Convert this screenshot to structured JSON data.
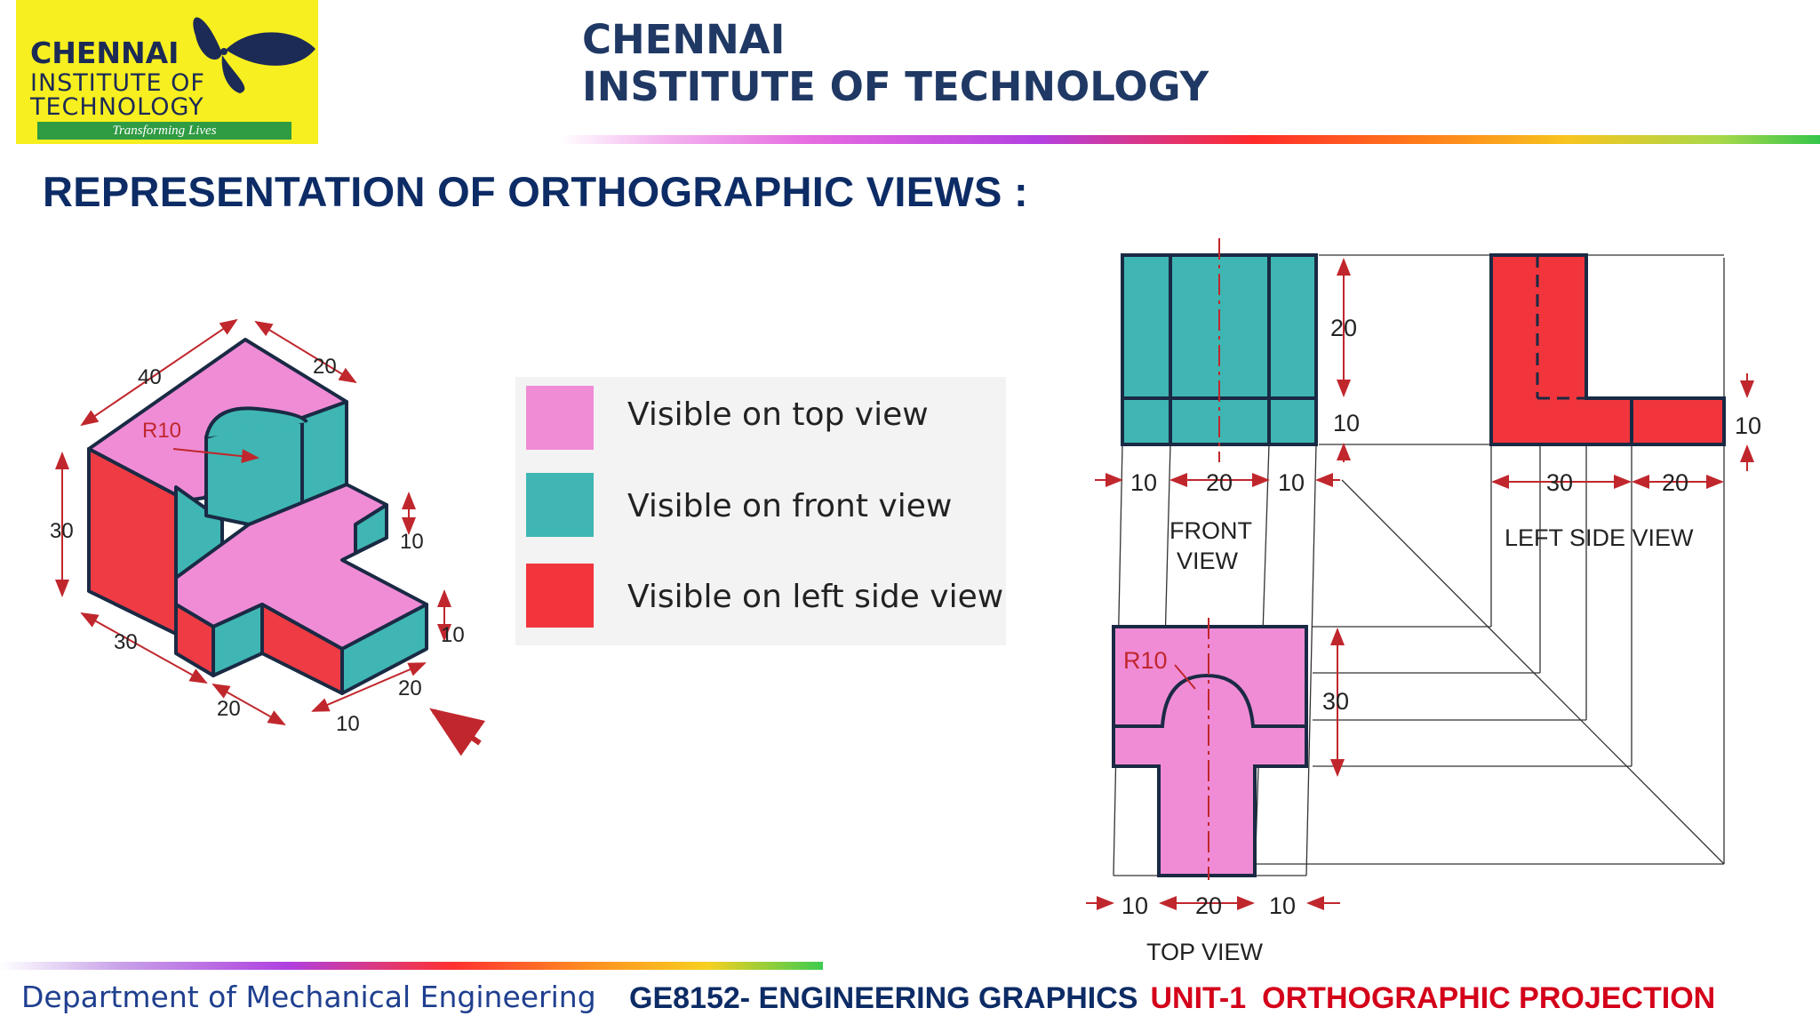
{
  "logo": {
    "line1": "CHENNAI",
    "line2": "INSTITUTE OF",
    "line3": "TECHNOLOGY",
    "tagline": "Transforming Lives"
  },
  "header": {
    "line1": "CHENNAI",
    "line2": "INSTITUTE OF TECHNOLOGY"
  },
  "slide_title": "REPRESENTATION OF ORTHOGRAPHIC VIEWS :",
  "legend": [
    {
      "label": "Visible on top view",
      "color": "#f08cd6"
    },
    {
      "label": "Visible on front view",
      "color": "#3fb6b3"
    },
    {
      "label": "Visible on left side view",
      "color": "#f2353c"
    }
  ],
  "isometric": {
    "dims": {
      "d40": "40",
      "d20a": "20",
      "r10": "R10",
      "d30a": "30",
      "d10a": "10",
      "d10b": "10",
      "d30b": "30",
      "d20b": "20",
      "d20c": "20",
      "d10c": "10"
    }
  },
  "views": {
    "front": {
      "label1": "FRONT",
      "label2": "VIEW",
      "dims": {
        "h20": "20",
        "h10": "10",
        "w10a": "10",
        "w20": "20",
        "w10b": "10"
      }
    },
    "left": {
      "label": "LEFT SIDE VIEW",
      "dims": {
        "h10": "10",
        "w30": "30",
        "w20": "20"
      }
    },
    "top": {
      "label": "TOP VIEW",
      "dims": {
        "r10": "R10",
        "h30": "30",
        "w10a": "10",
        "w20": "20",
        "w10b": "10"
      }
    }
  },
  "footer": {
    "department": "Department of Mechanical Engineering",
    "course": "GE8152- ENGINEERING GRAPHICS",
    "unit": "UNIT-1",
    "topic": "ORTHOGRAPHIC PROJECTION"
  },
  "colors": {
    "top_view": "#f08cd6",
    "front_view": "#3fb6b3",
    "side_view": "#f2353c",
    "title": "#0d2c66",
    "dimension": "#c0272d"
  }
}
